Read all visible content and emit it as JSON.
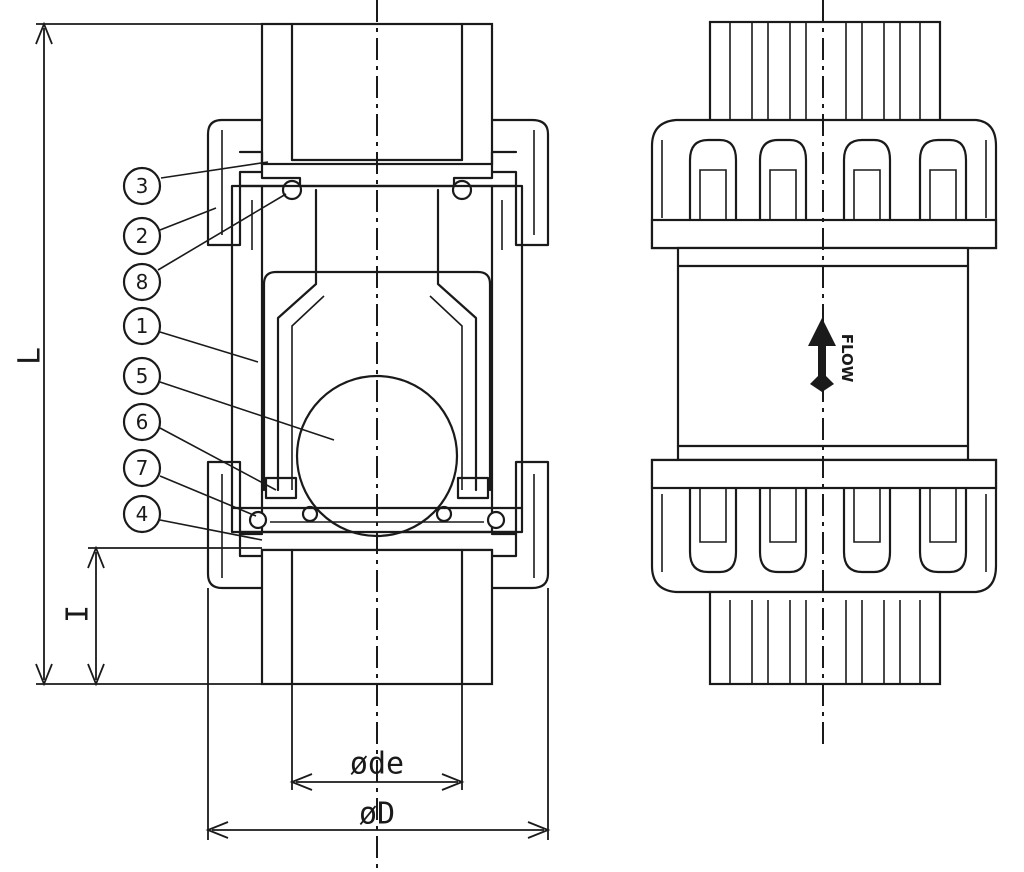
{
  "callouts": [
    "3",
    "2",
    "8",
    "1",
    "5",
    "6",
    "7",
    "4"
  ],
  "dimensions": {
    "length": "L",
    "insertion_depth": "I",
    "pipe_outer_diameter": "øde",
    "union_outer_diameter": "øD"
  },
  "flow_label": "FLOW"
}
